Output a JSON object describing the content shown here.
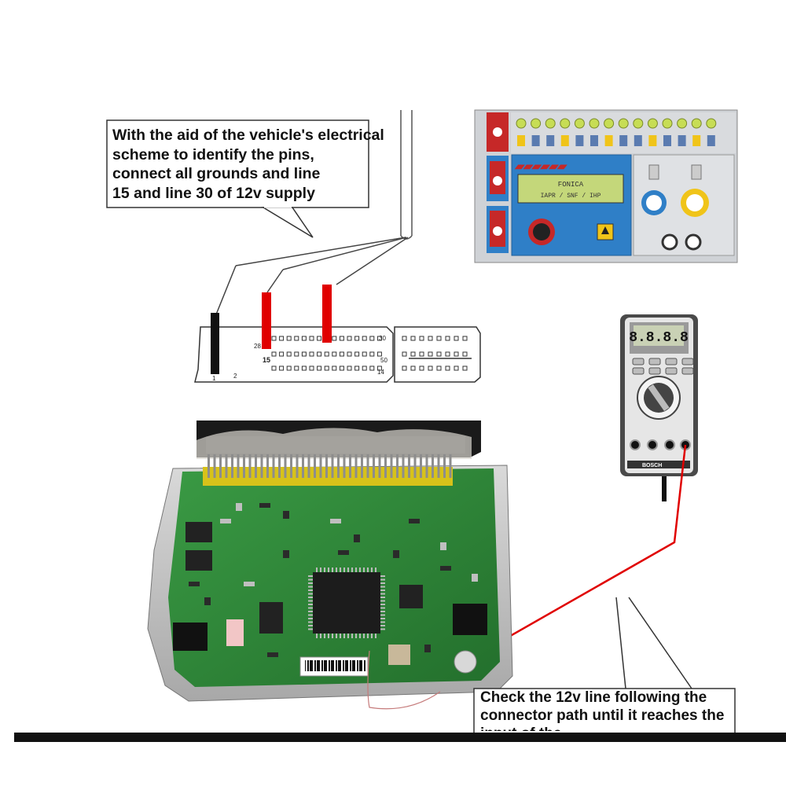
{
  "callout_top": {
    "lines": [
      "With the aid of the vehicle's electrical",
      "scheme to identify the pins,",
      "connect all grounds and line",
      "15 and line 30 of 12v supply"
    ]
  },
  "callout_bottom": {
    "lines": [
      "Check the 12v line following the",
      "connector path until it reaches the",
      "input of the"
    ]
  },
  "connector": {
    "pin_labels": [
      "28",
      "15",
      "30",
      "50",
      "14",
      "1",
      "2"
    ]
  },
  "tester": {
    "lcd_line1": "FONICA",
    "lcd_line2": "IAPR / SNF / IHP"
  },
  "multimeter": {
    "display": "8.8.8.8",
    "brand": "BOSCH"
  },
  "colors": {
    "wire_red": "#e00000",
    "wire_black": "#111111",
    "pcb_green": "#2f8f3a",
    "connector_yellow": "#d7c21a",
    "tester_blue": "#2f7fc7"
  }
}
